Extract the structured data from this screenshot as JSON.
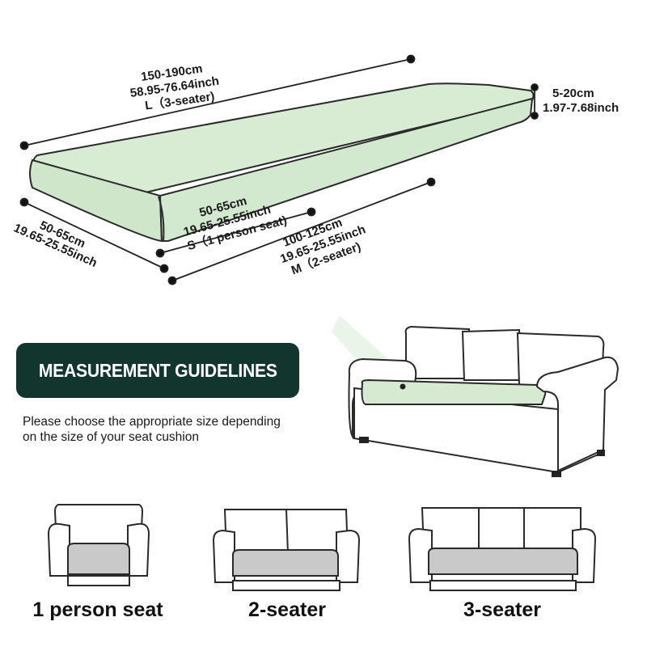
{
  "colors": {
    "cushion": "#d6ead2",
    "banner": "#12362e",
    "seat_grey": "#c9c9c9",
    "outline": "#2a2a2a"
  },
  "dimensions": {
    "length": {
      "cm": "150-190cm",
      "inch": "58.95-76.64inch",
      "size": "L（3-seater)"
    },
    "height": {
      "cm": "5-20cm",
      "inch": "1.97-7.68inch"
    },
    "depth": {
      "cm": "50-65cm",
      "inch": "19.65-25.55inch"
    },
    "small": {
      "cm": "50-65cm",
      "inch": "19.65-25.55inch",
      "size": "S（1 person seat)"
    },
    "medium": {
      "cm": "100-125cm",
      "inch": "19.65-25.55inch",
      "size": "M（2-seater)"
    }
  },
  "guide": {
    "title": "MEASUREMENT GUIDELINES",
    "description": "Please choose the appropriate size depending on the size of your seat cushion"
  },
  "sizes": [
    {
      "label": "1 person seat"
    },
    {
      "label": "2-seater"
    },
    {
      "label": "3-seater"
    }
  ]
}
